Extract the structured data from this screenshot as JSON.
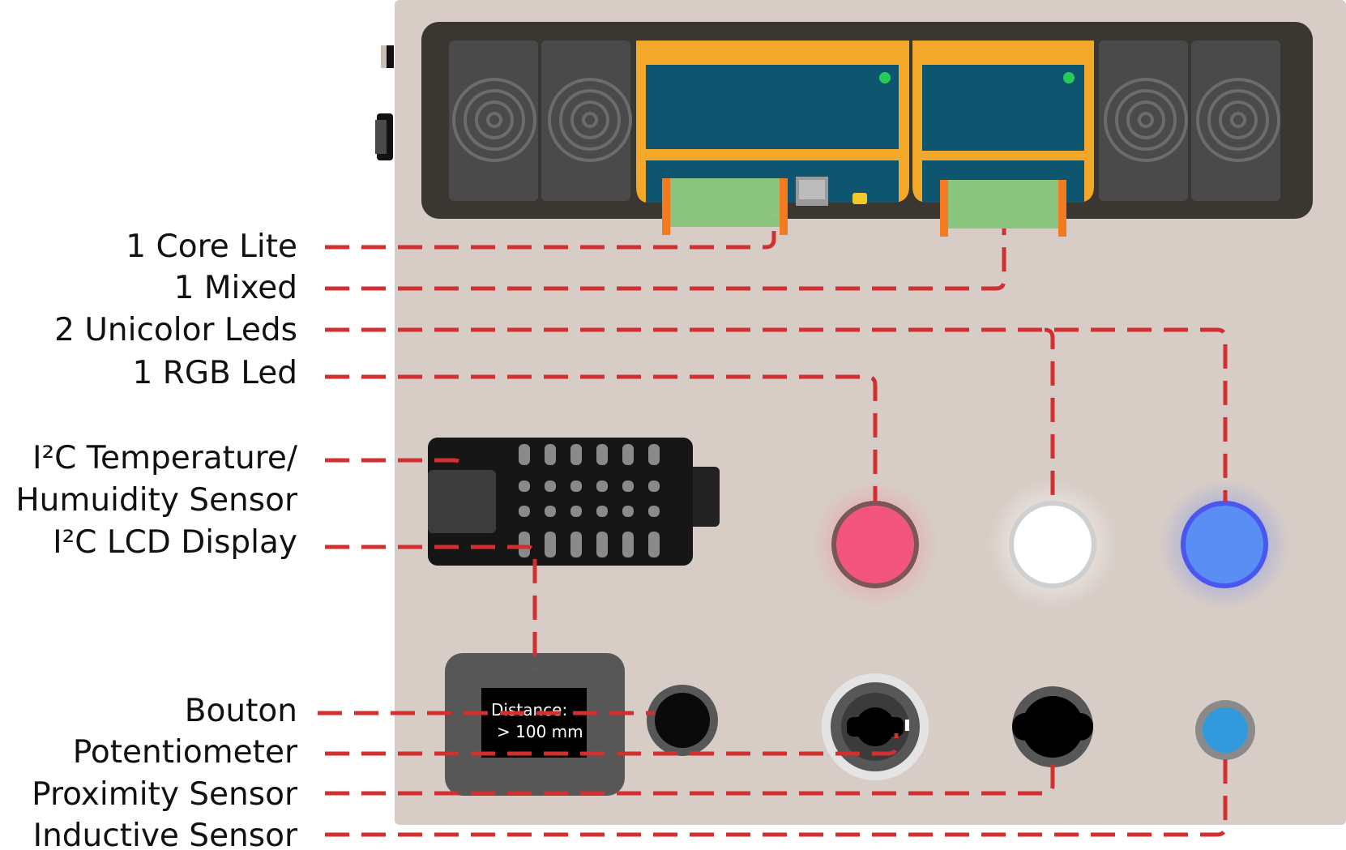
{
  "labels": {
    "core_lite": "1 Core Lite",
    "mixed": "1 Mixed",
    "unicolor_leds": "2 Unicolor Leds",
    "rgb_led": "1 RGB Led",
    "temp_sensor_line1": "I²C Temperature/",
    "temp_sensor_line2": "Humuidity Sensor",
    "lcd_display": "I²C LCD Display",
    "button": "Bouton",
    "potentiometer": "Potentiometer",
    "proximity_sensor": "Proximity Sensor",
    "inductive_sensor": "Inductive Sensor"
  },
  "lcd": {
    "line1": "Distance:",
    "line2": "> 100 mm"
  },
  "colors": {
    "wire": "#d22f30",
    "panel": "#d7cdc6",
    "rail": "#3a3632",
    "module_frame": "#f3a82a",
    "module_board": "#0e566f",
    "terminal_green": "#8bc47f",
    "terminal_orange": "#f47a20",
    "status_led": "#22cc55",
    "led_red": "#f1557f",
    "led_white": "#ffffff",
    "led_blue": "#5b8ef5",
    "inductive_blue": "#3399dd"
  }
}
